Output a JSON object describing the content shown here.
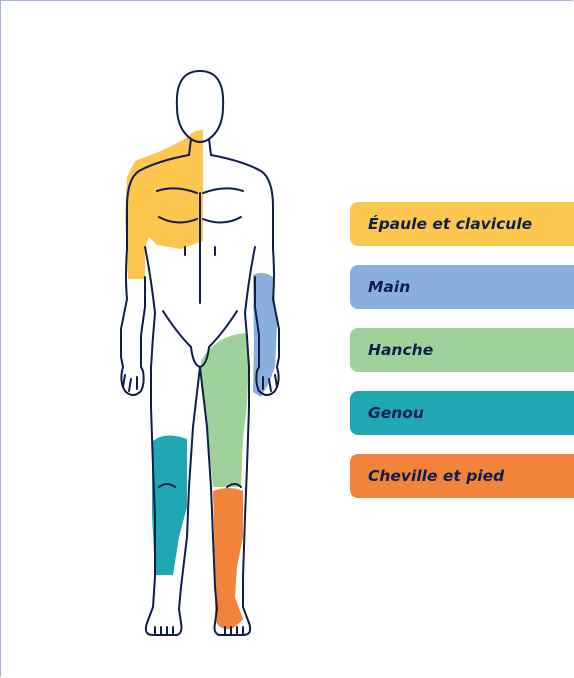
{
  "regions": [
    {
      "key": "shoulder",
      "label": "Épaule et clavicule",
      "color": "#fdc64e"
    },
    {
      "key": "hand",
      "label": "Main",
      "color": "#8aafdc"
    },
    {
      "key": "hip",
      "label": "Hanche",
      "color": "#9fd29a"
    },
    {
      "key": "knee",
      "label": "Genou",
      "color": "#1fa7b4"
    },
    {
      "key": "ankle",
      "label": "Cheville et pied",
      "color": "#f2833b"
    }
  ],
  "outline_color": "#0f1e4a"
}
